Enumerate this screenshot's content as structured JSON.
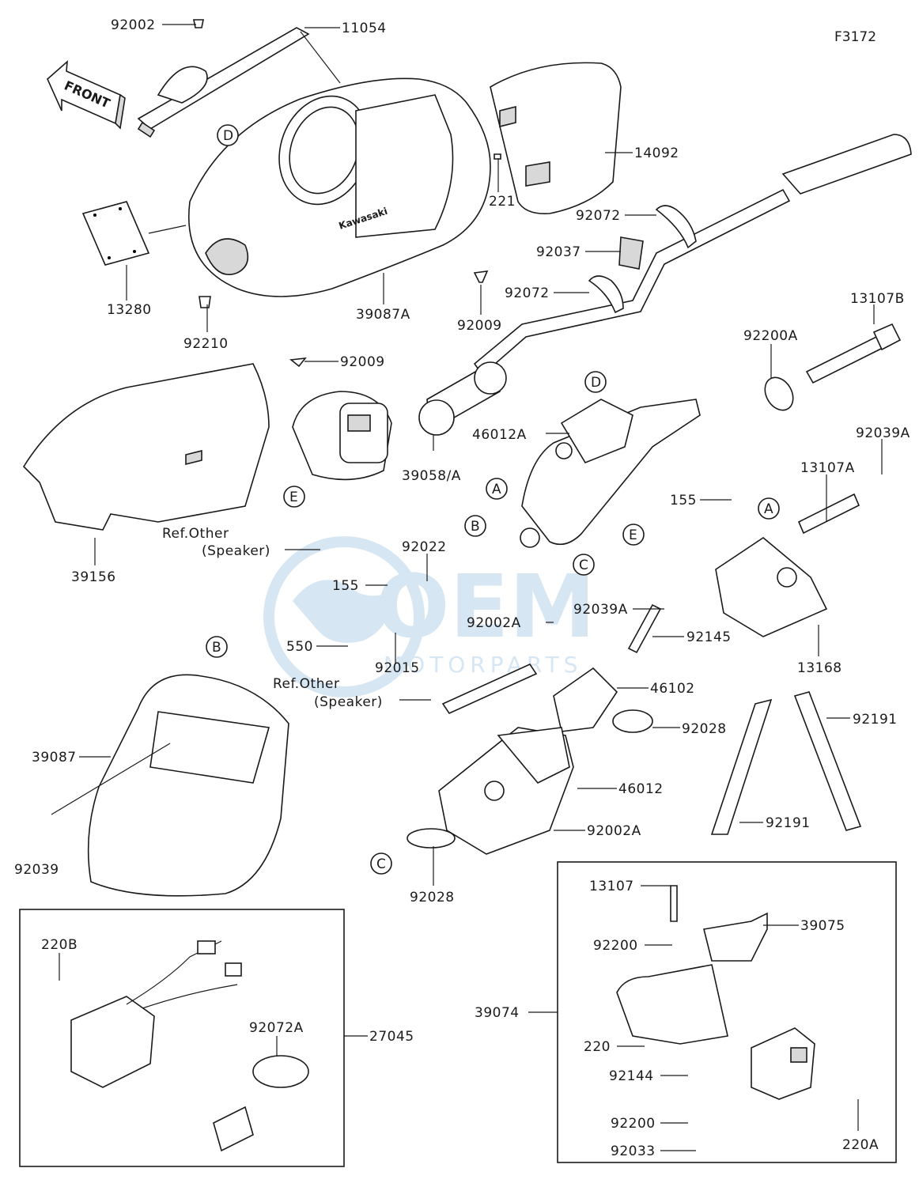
{
  "figure_code": "F3172",
  "front_arrow_label": "FRONT",
  "watermark": {
    "brand": "OEM",
    "sub": "MOTORPARTS"
  },
  "ref_notes": {
    "speaker_a": "Ref.Other\n(Speaker)",
    "speaker_b": "Ref.Other\n(Speaker)"
  },
  "callouts": [
    "A",
    "B",
    "C",
    "D",
    "E"
  ],
  "part_numbers": {
    "p92002": "92002",
    "p11054": "11054",
    "p14092": "14092",
    "p221": "221",
    "p92072_top": "92072",
    "p92037": "92037",
    "p92072_mid": "92072",
    "p13280": "13280",
    "p92210": "92210",
    "p39087A": "39087A",
    "p92009_a": "92009",
    "p92009_b": "92009",
    "p13107B": "13107B",
    "p92200A": "92200A",
    "p39156": "39156",
    "p39058A": "39058/A",
    "p46012A": "46012A",
    "p155_a": "155",
    "p92039A_top": "92039A",
    "p13107A": "13107A",
    "p155_b": "155",
    "p92022": "92022",
    "p92002A_a": "92002A",
    "p92039A": "92039A",
    "p92145": "92145",
    "p550": "550",
    "p92015": "92015",
    "p13168": "13168",
    "p46102": "46102",
    "p92028_a": "92028",
    "p92191_a": "92191",
    "p39087": "39087",
    "p46012": "46012",
    "p92039": "92039",
    "p92002A_b": "92002A",
    "p92191_b": "92191",
    "p92028_b": "92028",
    "p13107": "13107",
    "p39075": "39075",
    "p220B": "220B",
    "p92200_a": "92200",
    "p27045": "27045",
    "p92072A": "92072A",
    "p39074": "39074",
    "p220": "220",
    "p92144": "92144",
    "p92200_b": "92200",
    "p92033": "92033",
    "p220A": "220A"
  }
}
